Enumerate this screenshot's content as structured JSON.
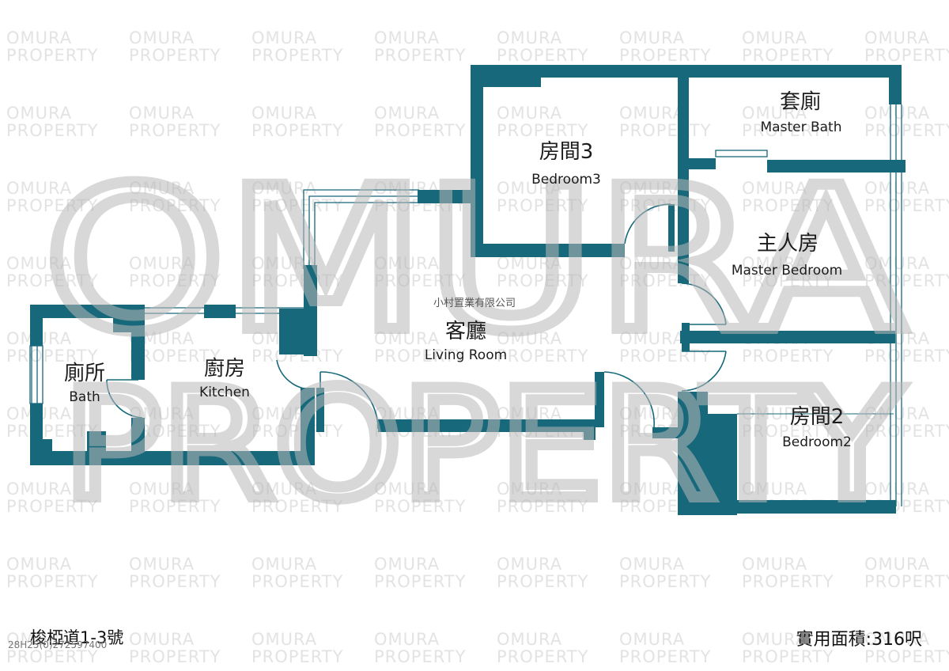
{
  "watermark": {
    "line1": "OMURA",
    "line2": "PROPERTY"
  },
  "company": "小村置業有限公司",
  "colors": {
    "wall": "#16687a",
    "window": "#16687a",
    "watermark_big": "#b9b9b9",
    "watermark_small": "#e3e3e3"
  },
  "rooms": {
    "bedroom3": {
      "zh": "房間3",
      "en": "Bedroom3"
    },
    "master_bath": {
      "zh": "套廁",
      "en": "Master Bath"
    },
    "master_bedroom": {
      "zh": "主人房",
      "en": "Master Bedroom"
    },
    "living_room": {
      "zh": "客廳",
      "en": "Living Room"
    },
    "kitchen": {
      "zh": "廚房",
      "en": "Kitchen"
    },
    "bath": {
      "zh": "廁所",
      "en": "Bath"
    },
    "bedroom2": {
      "zh": "房間2",
      "en": "Bedroom2"
    }
  },
  "footer": {
    "address": "梭椏道1-3號",
    "reference": "28H25(0)272597400",
    "area": "實用面積:316呎"
  }
}
